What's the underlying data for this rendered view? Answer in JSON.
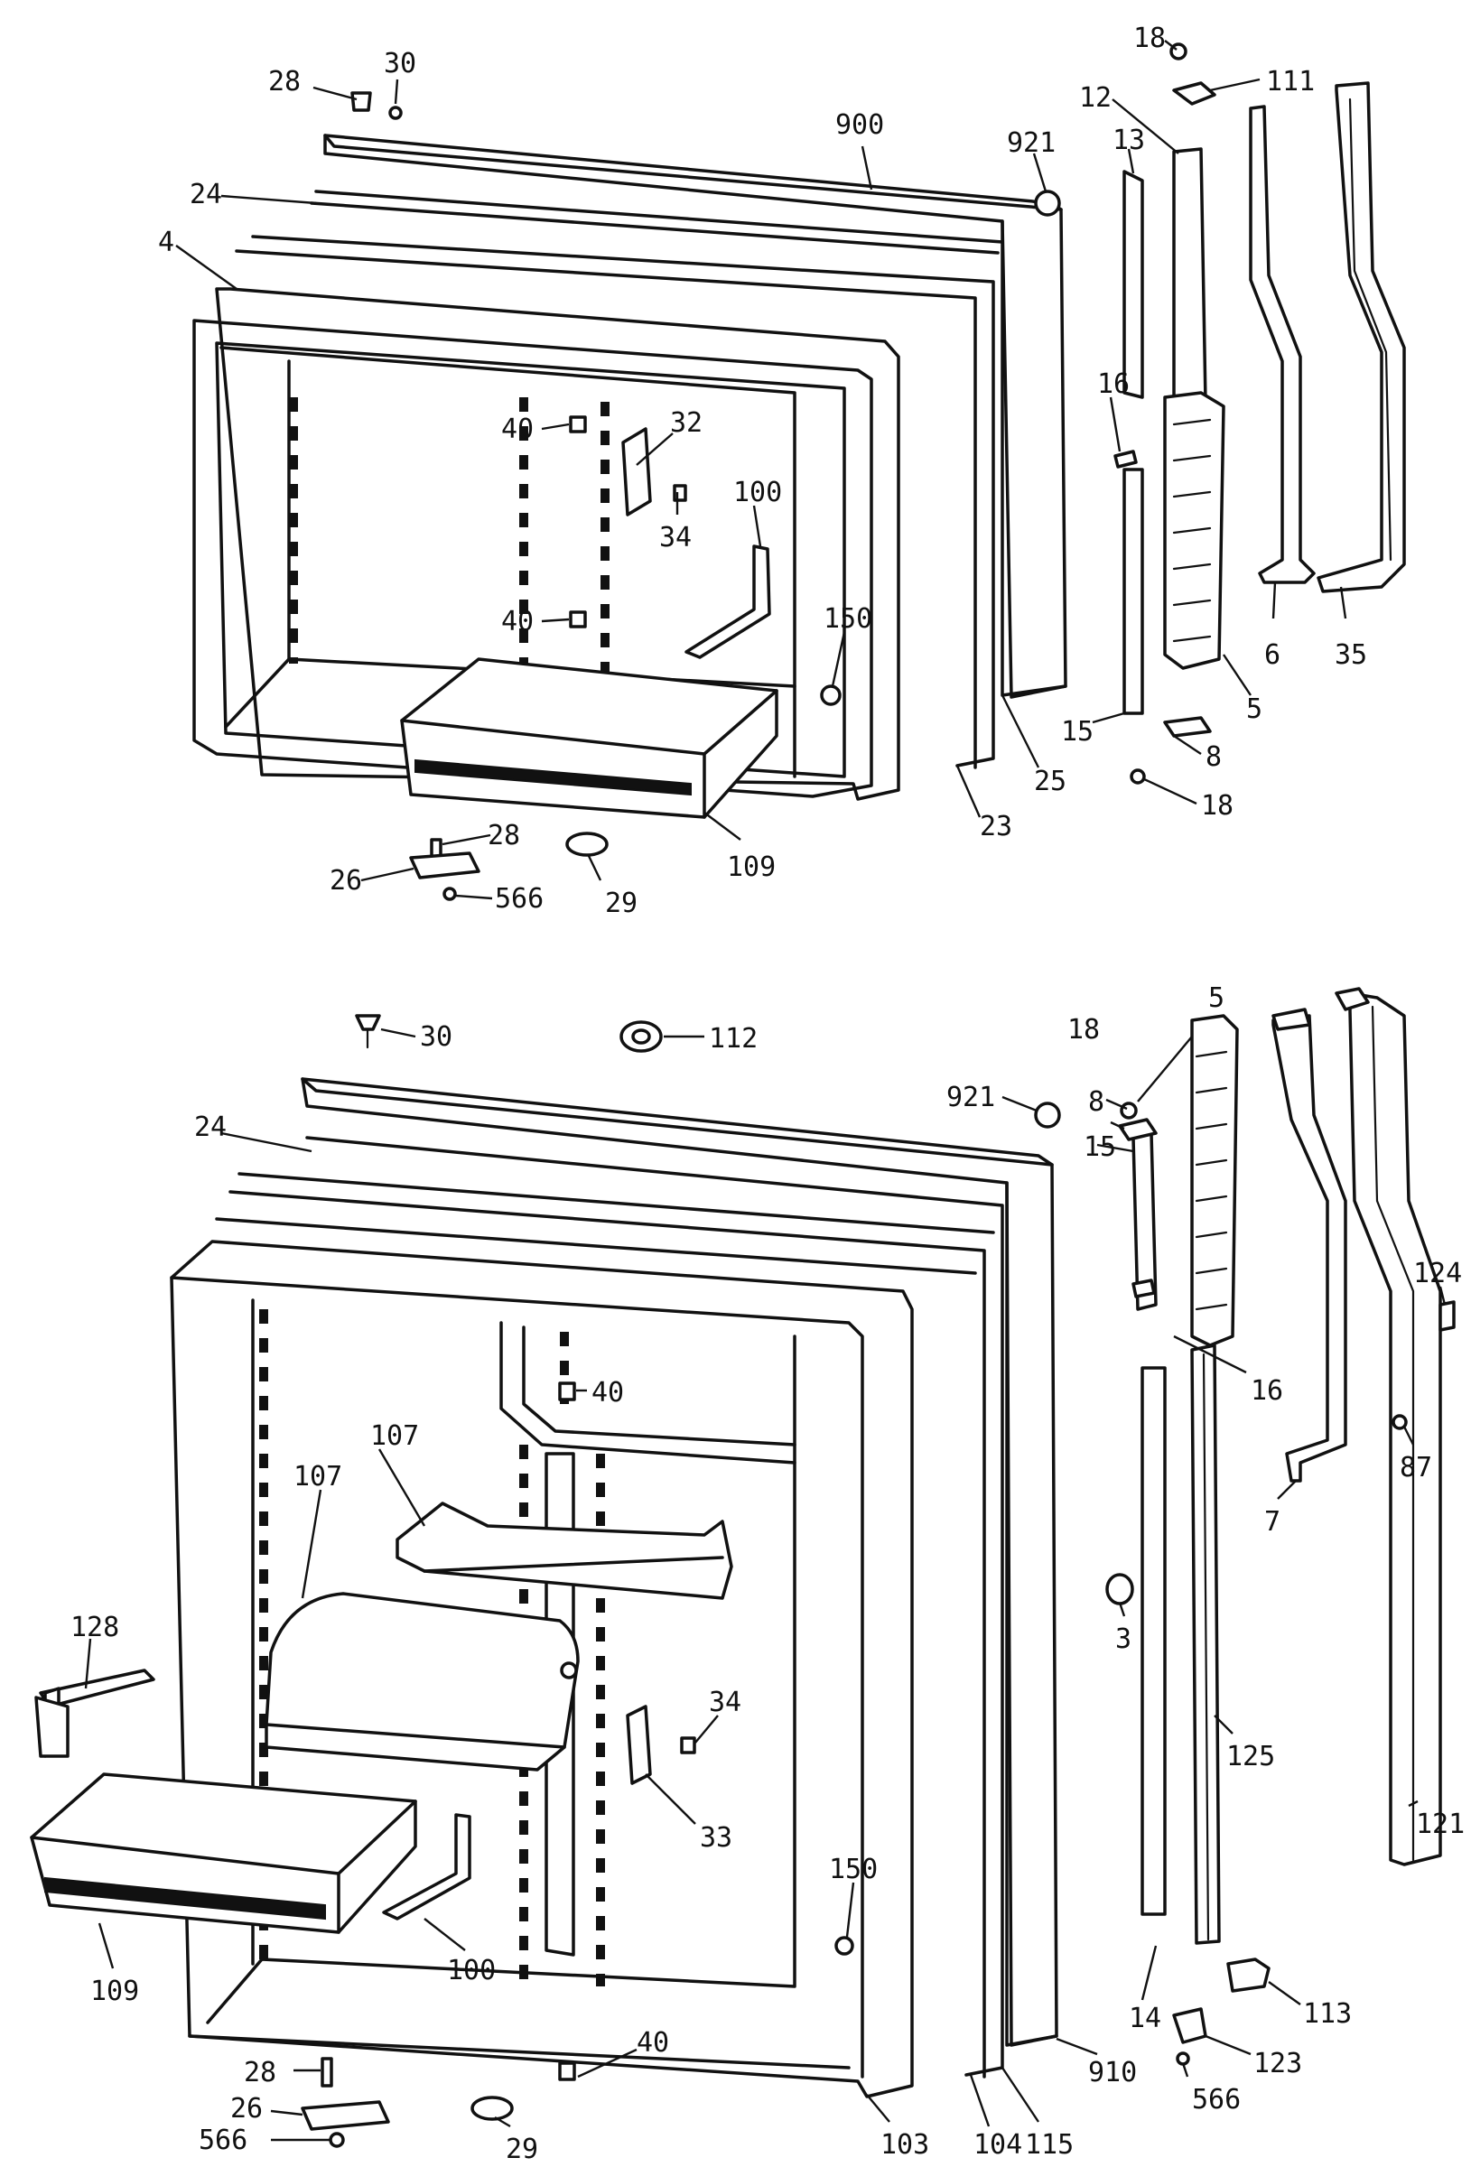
{
  "diagram": {
    "top_assembly": {
      "labels": [
        "28",
        "30",
        "18",
        "111",
        "900",
        "921",
        "12",
        "13",
        "24",
        "4",
        "16",
        "32",
        "40",
        "34",
        "100",
        "150",
        "40",
        "6",
        "35",
        "5",
        "15",
        "8",
        "25",
        "23",
        "18",
        "109",
        "28",
        "26",
        "29",
        "566"
      ]
    },
    "bottom_assembly": {
      "labels": [
        "30",
        "112",
        "18",
        "5",
        "8",
        "921",
        "15",
        "24",
        "16",
        "124",
        "87",
        "40",
        "107",
        "7",
        "107",
        "128",
        "3",
        "34",
        "33",
        "125",
        "121",
        "150",
        "109",
        "100",
        "40",
        "14",
        "113",
        "123",
        "28",
        "910",
        "26",
        "29",
        "566",
        "103",
        "104",
        "115",
        "566"
      ]
    }
  }
}
